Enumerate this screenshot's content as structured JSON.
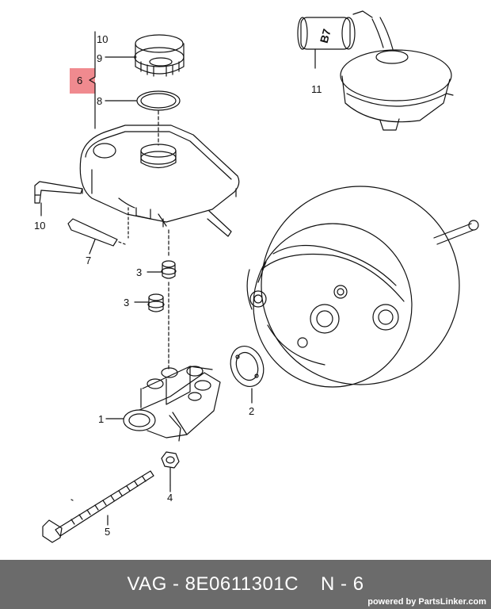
{
  "diagram": {
    "callouts": [
      "10",
      "9",
      "6",
      "8",
      "11",
      "10",
      "7",
      "3",
      "3",
      "1",
      "2",
      "4",
      "5"
    ],
    "highlighted_callout": "6",
    "highlight_color": "#f08a8f",
    "label_on_part": "B7"
  },
  "footer": {
    "part_label": "VAG - 8E0611301C",
    "position_label": "N - 6",
    "powered_by": "powered by PartsLinker.com",
    "background": "#6b6b6b"
  }
}
